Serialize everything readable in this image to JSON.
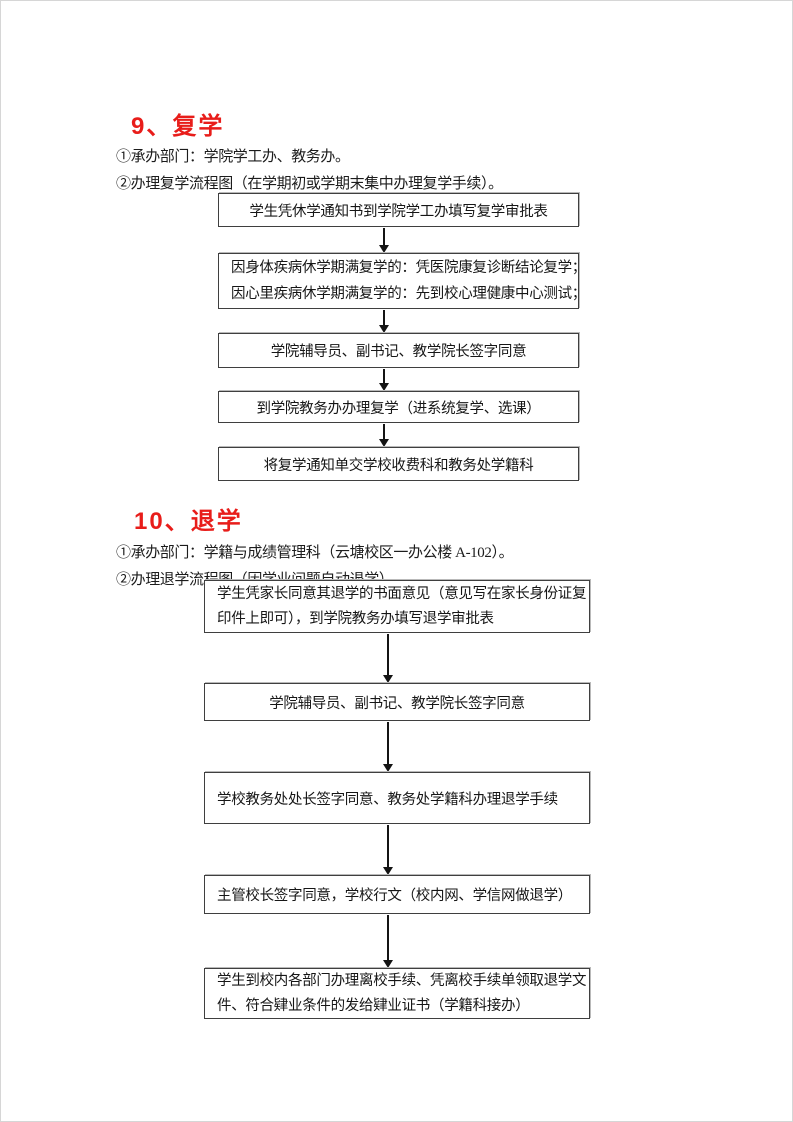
{
  "accent_red": "#e81d1a",
  "sections": [
    {
      "title": "9、复学",
      "dept_line": "①承办部门：学院学工办、教务办。",
      "flow_line": "②办理复学流程图（在学期初或学期末集中办理复学手续）。",
      "boxes": [
        {
          "lines": [
            "学生凭休学通知书到学院学工办填写复学审批表"
          ]
        },
        {
          "lines": [
            "因身体疾病休学期满复学的：凭医院康复诊断结论复学；",
            "因心里疾病休学期满复学的：先到校心理健康中心测试；"
          ]
        },
        {
          "lines": [
            "学院辅导员、副书记、教学院长签字同意"
          ]
        },
        {
          "lines": [
            "到学院教务办办理复学（进系统复学、选课）"
          ]
        },
        {
          "lines": [
            "将复学通知单交学校收费科和教务处学籍科"
          ]
        }
      ]
    },
    {
      "title": "10、退学",
      "dept_line": "①承办部门：学籍与成绩管理科（云塘校区一办公楼 A-102）。",
      "flow_line": "②办理退学流程图（因学业问题自动退学）。",
      "boxes": [
        {
          "lines": [
            "学生凭家长同意其退学的书面意见（意见写在家长身份证复",
            "印件上即可），到学院教务办填写退学审批表"
          ]
        },
        {
          "lines": [
            "学院辅导员、副书记、教学院长签字同意"
          ]
        },
        {
          "lines": [
            "学校教务处处长签字同意、教务处学籍科办理退学手续"
          ]
        },
        {
          "lines": [
            "主管校长签字同意，学校行文（校内网、学信网做退学）"
          ]
        },
        {
          "lines": [
            "学生到校内各部门办理离校手续、凭离校手续单领取退学文",
            "件、符合肄业条件的发给肄业证书（学籍科接办）"
          ]
        }
      ]
    }
  ]
}
